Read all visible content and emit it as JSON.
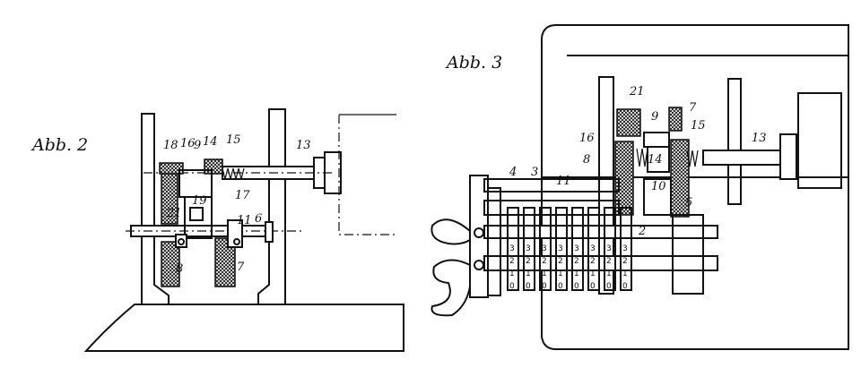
{
  "figures": [
    {
      "title": "Abb. 2",
      "labels": [
        "18",
        "16",
        "9",
        "14",
        "15",
        "13",
        "19",
        "17",
        "21",
        "11",
        "6",
        "8",
        "7"
      ]
    },
    {
      "title": "Abb. 3",
      "labels": [
        "21",
        "9",
        "7",
        "15",
        "16",
        "8",
        "14",
        "13",
        "4",
        "3",
        "11",
        "10",
        "5",
        "2"
      ]
    }
  ],
  "counter_wheels": {
    "count": 8,
    "digits": [
      "3",
      "2",
      "1",
      "0"
    ]
  }
}
